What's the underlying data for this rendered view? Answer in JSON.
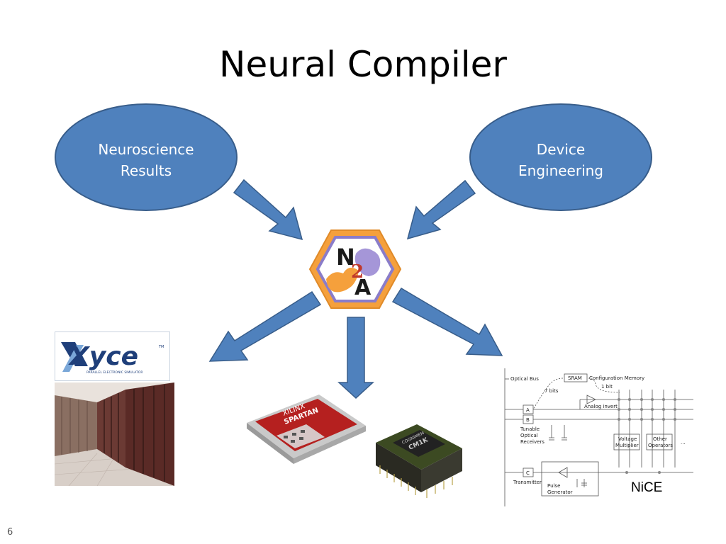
{
  "slide": {
    "title": "Neural Compiler",
    "number": "6"
  },
  "inputs": [
    {
      "line1": "Neuroscience",
      "line2": "Results"
    },
    {
      "line1": "Device",
      "line2": "Engineering"
    }
  ],
  "center_logo": {
    "letter_top": "N",
    "letter_mid": "2",
    "letter_bottom": "A"
  },
  "targets": {
    "xyce": {
      "logo_text": "Xyce",
      "tm": "TM",
      "tagline": "PARALLEL ELECTRONIC SIMULATOR"
    },
    "chips": {
      "chip1_brand": "XILINX",
      "chip1_name": "SPARTAN",
      "chip2_brand": "COGNIMEM",
      "chip2_name": "CM1K"
    },
    "nice": {
      "label": "NiCE",
      "optical_bus": "Optical Bus",
      "sram": "SRAM",
      "config_memory": "Configuration Memory",
      "bits7": "7 bits",
      "bit1": "1 bit",
      "analog_invert": "Analog invert",
      "reg_a": "A",
      "reg_b": "B",
      "reg_c": "C",
      "tunable": "Tunable",
      "optical": "Optical",
      "receivers": "Receivers",
      "voltage": "Voltage",
      "multiplier": "Multiplier",
      "other": "Other",
      "operators": "Operators",
      "ellipsis": "...",
      "transmitter": "Transmitter",
      "pulse": "Pulse",
      "generator": "Generator"
    }
  },
  "colors": {
    "ellipse_fill": "#4f81bd",
    "arrow_fill": "#4f81bd",
    "hex_orange": "#f5a03c",
    "hex_purple": "#8a7cc9",
    "letters": "#1a1a1a",
    "two_red": "#c0392b"
  }
}
